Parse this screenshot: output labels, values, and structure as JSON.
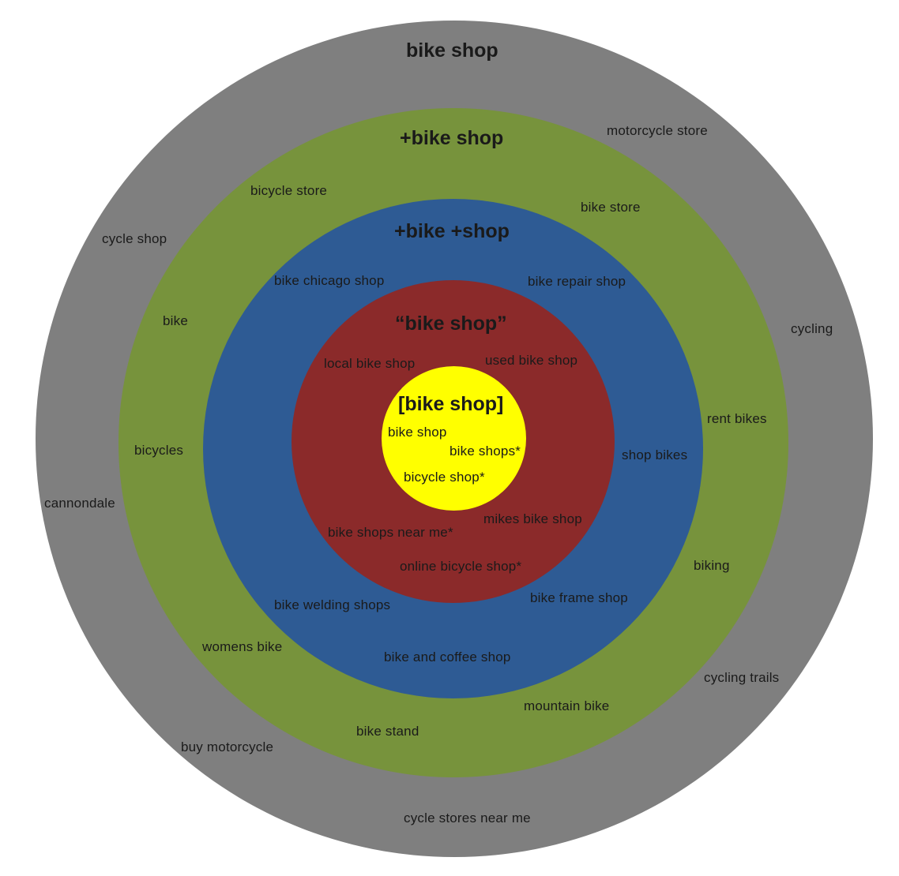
{
  "diagram": {
    "colors": {
      "broad": "#7f7f7f",
      "modified_broad": "#77933c",
      "modified_broad_all": "#2e5b94",
      "phrase": "#8b2a2a",
      "exact": "#ffff00"
    },
    "rings": {
      "broad": {
        "title": "bike shop",
        "keywords": [
          "motorcycle store",
          "cycle shop",
          "cycling",
          "cannondale",
          "cycling trails",
          "buy motorcycle",
          "cycle stores near me"
        ]
      },
      "modified_broad": {
        "title": "+bike shop",
        "keywords": [
          "bicycle store",
          "bike store",
          "bike",
          "rent bikes",
          "bicycles",
          "biking",
          "womens bike",
          "mountain bike",
          "bike stand"
        ]
      },
      "modified_broad_all": {
        "title": "+bike +shop",
        "keywords": [
          "bike chicago shop",
          "bike repair shop",
          "shop bikes",
          "bike welding shops",
          "bike frame shop",
          "bike and coffee shop"
        ]
      },
      "phrase": {
        "title": "“bike shop”",
        "keywords": [
          "local bike shop",
          "used bike shop",
          "bike shops near me*",
          "mikes bike shop",
          "online bicycle shop*"
        ]
      },
      "exact": {
        "title": "[bike shop]",
        "keywords": [
          "bike shop",
          "bike shops*",
          "bicycle shop*"
        ]
      }
    }
  }
}
